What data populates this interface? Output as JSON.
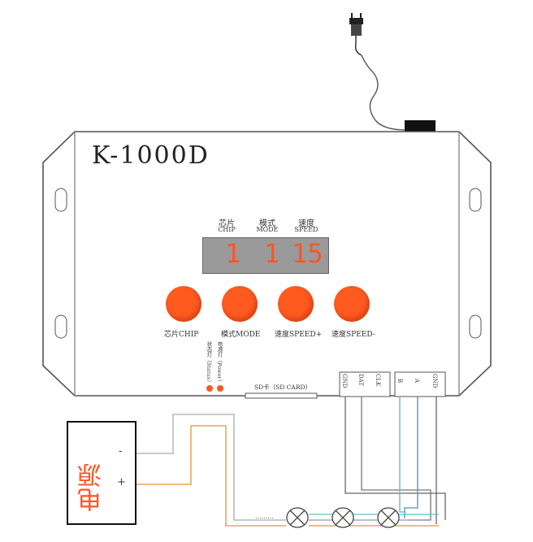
{
  "device": {
    "model": "K-1000D"
  },
  "display": {
    "headers": [
      {
        "zh": "芯片",
        "en": "CHIP"
      },
      {
        "zh": "模式",
        "en": "MODE"
      },
      {
        "zh": "速度",
        "en": "SPEED"
      }
    ],
    "digits": [
      "1",
      "1",
      "15"
    ]
  },
  "buttons": [
    {
      "label": "芯片CHIP"
    },
    {
      "label": "模式MODE"
    },
    {
      "label": "速度SPEED+"
    },
    {
      "label": "速度SPEED-"
    }
  ],
  "indicators": {
    "status": "状态灯（Status）",
    "power": "电源灯（Power）"
  },
  "sd_card": {
    "label": "SD卡（SD CARD）"
  },
  "terminals": {
    "left": [
      "GND",
      "DAT",
      "CLK"
    ],
    "right": [
      "B",
      "A",
      "GND"
    ]
  },
  "power_supply": {
    "label": "电源",
    "minus": "-",
    "plus": "+"
  },
  "colors": {
    "accent": "#ff5522",
    "button": "#ff5a20",
    "display_bg": "#9a9a9a"
  }
}
